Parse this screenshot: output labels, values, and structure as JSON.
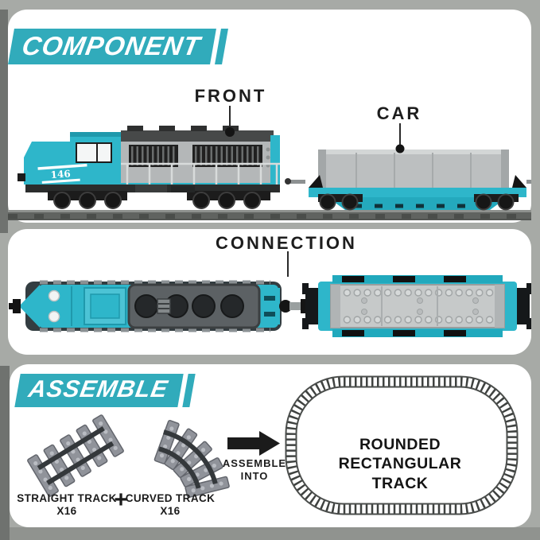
{
  "colors": {
    "background_gray": "#a7aaa6",
    "panel_white": "#ffffff",
    "accent_teal": "#31abbb",
    "train_teal": "#2eb6ca",
    "dark_text": "#1d1d1d",
    "track_gray": "#5f625f",
    "shadow_gray": "#6f726f"
  },
  "component_section": {
    "banner_label": "COMPONENT",
    "front_label": "FRONT",
    "car_label": "CAR",
    "connection_label": "CONNECTION",
    "loco_number": "146"
  },
  "assemble_section": {
    "banner_label": "ASSEMBLE",
    "straight_track_label": "STRAIGHT TRACK",
    "straight_track_qty": "X16",
    "plus_sign": "+",
    "curved_track_label": "CURVED TRACK",
    "curved_track_qty": "X16",
    "arrow_caption_line1": "ASSEMBLE",
    "arrow_caption_line2": "INTO",
    "result_label_line1": "ROUNDED RECTANGULAR",
    "result_label_line2": "TRACK"
  }
}
